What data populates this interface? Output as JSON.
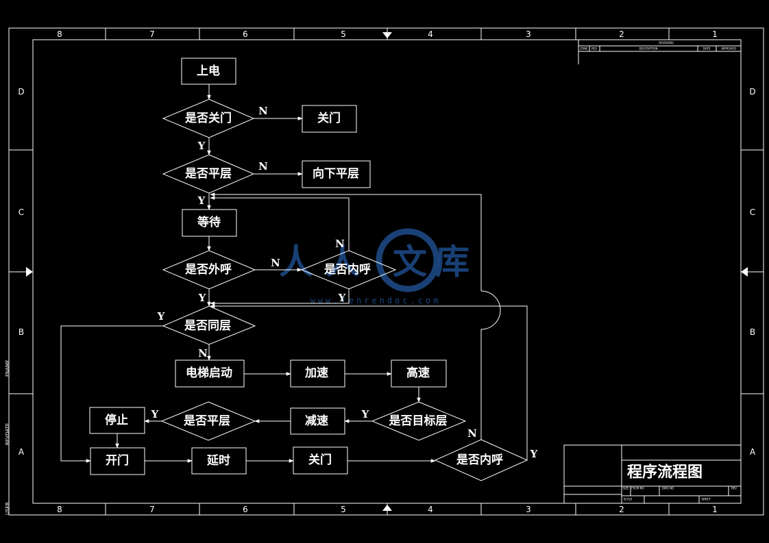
{
  "drawing": {
    "column_numbers": [
      "8",
      "7",
      "6",
      "5",
      "4",
      "3",
      "2",
      "1"
    ],
    "row_letters": [
      "D",
      "C",
      "B",
      "A"
    ],
    "side_labels": [
      "FNAME",
      "REVDATE",
      "USER"
    ],
    "title": "程序流程图",
    "revision_header": "REVISIONS",
    "revision_columns": [
      "ZONE",
      "REV",
      "DESCRIPTION",
      "DATE",
      "APPROVED"
    ],
    "title_block_fields": [
      "SIZE",
      "FSCM NO.",
      "DWG NO.",
      "REV",
      "SCALE",
      "SHEET"
    ]
  },
  "watermark": {
    "brand_chars": [
      "人",
      "人",
      "文",
      "库"
    ],
    "url": "www.renrendoc.com"
  },
  "nodes": {
    "power_on": "上电",
    "q_door_closed": "是否关门",
    "close_door_1": "关门",
    "q_level_1": "是否平层",
    "level_down": "向下平层",
    "wait": "等待",
    "q_outer_call": "是否外呼",
    "q_inner_call_1": "是否内呼",
    "q_same_floor": "是否同层",
    "start": "电梯启动",
    "accelerate": "加速",
    "high_speed": "高速",
    "q_target_floor": "是否目标层",
    "decelerate": "减速",
    "q_level_2": "是否平层",
    "stop": "停止",
    "open_door": "开门",
    "delay": "延时",
    "close_door_2": "关门",
    "q_inner_call_2": "是否内呼"
  },
  "branch_labels": {
    "yes": "Y",
    "no": "N"
  },
  "colors": {
    "background": "#000000",
    "lines": "#ffffff",
    "watermark": "#1e4c8a"
  }
}
